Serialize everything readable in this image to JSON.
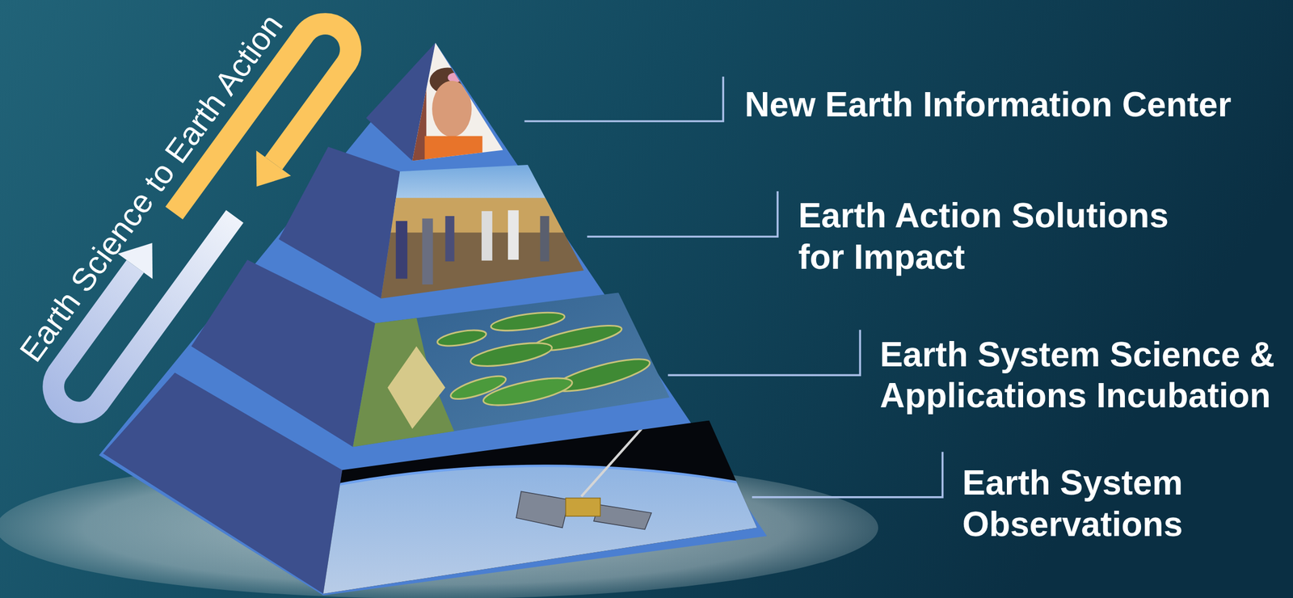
{
  "diagram": {
    "labels": [
      "Earth Science to Earth Action",
      "New Earth Information Center",
      "Earth Action Solutions for Impact",
      "Earth System Science & Applications Incubation",
      "Earth System Observations"
    ]
  }
}
